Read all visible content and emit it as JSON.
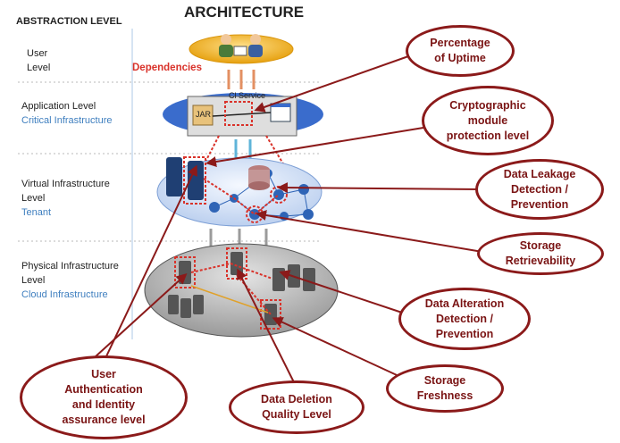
{
  "header": {
    "abstraction_level": "ABSTRACTION LEVEL",
    "architecture": "ARCHITECTURE"
  },
  "levels": [
    {
      "line1": "User",
      "line2": "Level",
      "sub": ""
    },
    {
      "line1": "Application Level",
      "line2": "",
      "sub": "Critical Infrastructure"
    },
    {
      "line1": "Virtual Infrastructure",
      "line2": "Level",
      "sub": "Tenant"
    },
    {
      "line1": "Physical Infrastructure",
      "line2": "Level",
      "sub": "Cloud Infrastructure"
    }
  ],
  "dependencies_label": "Dependencies",
  "cl_service_label": "Cl Service",
  "jar_label": "JAR",
  "metrics": [
    "Percentage\nof Uptime",
    "Cryptographic\nmodule\nprotection level",
    "Data Leakage\nDetection /\nPrevention",
    "Storage\nRetrievability",
    "Data Alteration\nDetection /\nPrevention",
    "Storage\nFreshness",
    "Data Deletion\nQuality Level",
    "User\nAuthentication\nand Identity\nassurance level"
  ],
  "colors": {
    "metric_border": "#8b1a1a",
    "metric_text": "#7a1414",
    "dependency_red": "#d9322a",
    "virtual_blue": "#2f64b6",
    "app_blue": "#3a6ccc",
    "physical_gray": "#8f8f8f",
    "user_gold": "#f2b31b"
  }
}
